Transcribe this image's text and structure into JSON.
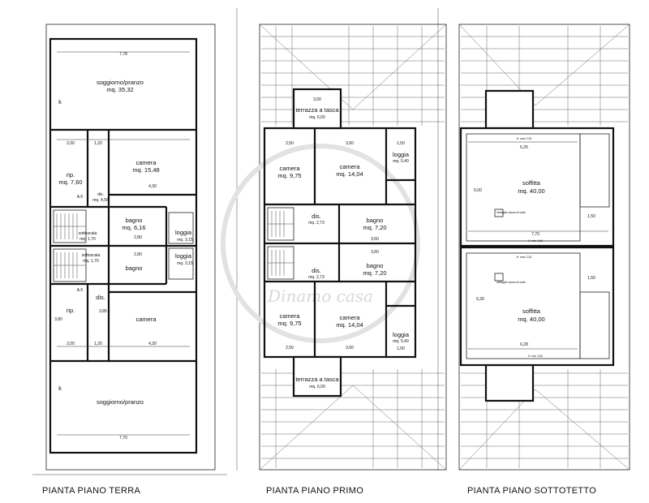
{
  "captions": {
    "ground": "PIANTA PIANO TERRA",
    "first": "PIANTA PIANO PRIMO",
    "attic": "PIANTA PIANO SOTTOTETTO"
  },
  "watermark": "Dinamo casa",
  "ground": {
    "living_top": "soggiorno/pranzo",
    "living_top_area": "mq. 35,32",
    "dim_top": "7,78",
    "k_top": "k",
    "rip_top": "rip.",
    "rip_top_area": "mq. 7,60",
    "af_top": "A.F.",
    "dis_top": "dis.",
    "dis_top_area": "mq. 4,56",
    "camera_top": "camera",
    "camera_top_area": "mq. 15,48",
    "bagno_top": "bagno",
    "bagno_top_area": "mq. 6,16",
    "sottoscala_top": "sottoscala",
    "sottoscala_top_area": "mq. 1,70",
    "loggia_top": "loggia",
    "loggia_top_area": "mq. 3,15",
    "sottoscala_bot": "sottoscala",
    "sottoscala_bot_area": "mq. 1,70",
    "bagno_bot": "bagno",
    "loggia_bot": "loggia",
    "loggia_bot_area": "mq. 3,15",
    "af_bot": "A.F.",
    "rip_bot": "rip.",
    "dis_bot": "dis.",
    "camera_bot": "camera",
    "living_bot": "soggiorno/pranzo",
    "k_bot": "k",
    "dim_bot": "7,70",
    "d_200a": "2,00",
    "d_120a": "1,20",
    "d_430a": "4,30",
    "d_200b": "2,00",
    "d_120b": "1,20",
    "d_430b": "4,30",
    "d_280a": "2,80",
    "d_280b": "2,80",
    "d_385": "3,85",
    "d_380": "3,80"
  },
  "first": {
    "terrazza_top": "terrazza a tasca",
    "terrazza_top_area": "mq. 6,00",
    "terrazza_top_dim": "3,00",
    "camera_a": "camera",
    "camera_a_area": "mq. 9,75",
    "camera_b": "camera",
    "camera_b_area": "mq. 14,04",
    "loggia_top": "loggia",
    "loggia_top_area": "mq. 5,40",
    "dis_top": "dis.",
    "dis_top_area": "mq. 2,73",
    "bagno_top": "bagno",
    "bagno_top_area": "mq. 7,20",
    "bagno_bot": "bagno",
    "bagno_bot_area": "mq. 7,20",
    "dis_bot": "dis.",
    "dis_bot_area": "mq. 2,73",
    "camera_c": "camera",
    "camera_c_area": "mq. 9,75",
    "camera_d": "camera",
    "camera_d_area": "mq. 14,04",
    "loggia_bot": "loggia",
    "loggia_bot_area": "mq. 5,40",
    "terrazza_bot": "terrazza a tasca",
    "terrazza_bot_area": "mq. 6,00",
    "d_250a": "2,50",
    "d_360a": "3,60",
    "d_150a": "1,50",
    "d_250b": "2,50",
    "d_360b": "3,60",
    "d_150b": "1,50",
    "d_360c": "3,60",
    "d_360d": "3,60"
  },
  "attic": {
    "soffitta_top": "soffitta",
    "soffitta_top_area": "mq. 40,00",
    "soffitta_bot": "soffitta",
    "soffitta_bot_area": "mq. 40,00",
    "d_770": "7,70",
    "d_625": "6,25",
    "d_628": "6,28",
    "d_600": "6,00",
    "d_630": "6,30",
    "d_150a": "1,50",
    "d_150b": "1,50",
    "hm_top": "H. max 2,30",
    "hm_bot": "H. max 2,30",
    "hmin_top": "H. min 1,60",
    "hmin_bot": "H. min 1,60",
    "tank_top": "dettaglio vasca di sotto",
    "tank_bot": "dettaglio vasca di sotto"
  }
}
